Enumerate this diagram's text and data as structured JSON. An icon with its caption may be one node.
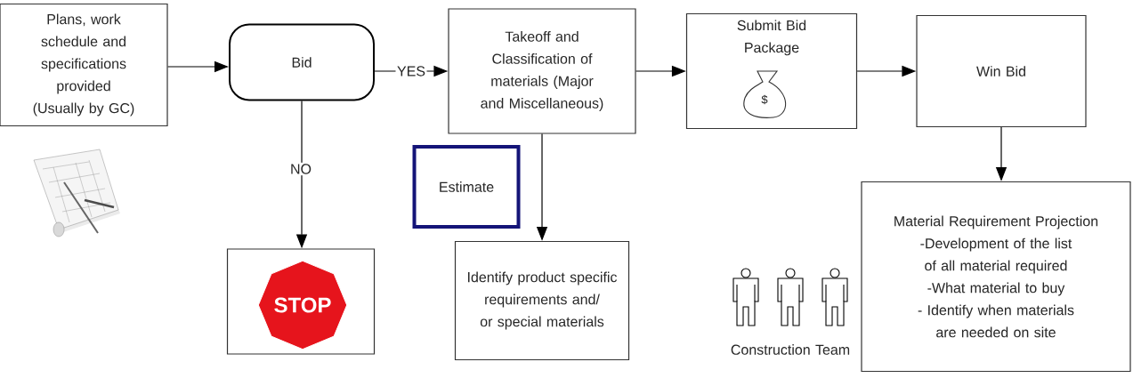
{
  "diagram": {
    "nodes": [
      {
        "text": [
          "Plans, work schedule and specifications provided (Usually by GC)"
        ]
      },
      {
        "text": [
          "Bid"
        ]
      },
      {
        "text": [
          "Takeoff and Classification of materials (Major and Miscellaneous)"
        ]
      },
      {
        "text": [
          "Submit Bid Package",
          "$"
        ]
      },
      {
        "text": [
          "Win Bid"
        ]
      },
      {
        "text": [
          "STOP"
        ]
      },
      {
        "text": [
          "Estimate"
        ]
      },
      {
        "text": [
          "Identify product specific requirements and/ or special materials"
        ]
      },
      {
        "text": [
          "Material Requirement Projection",
          "-Development of the list of all material required",
          "-What material to buy",
          "- Identify when materials are needed on site"
        ]
      }
    ],
    "edges": [
      {
        "from": 0,
        "to": 1,
        "arrow": "to"
      },
      {
        "from": 1,
        "to": 2,
        "arrow": "to",
        "label": "YES"
      },
      {
        "from": 2,
        "to": 3,
        "arrow": "to"
      },
      {
        "from": 3,
        "to": 4,
        "arrow": "to"
      },
      {
        "from": 1,
        "to": 5,
        "arrow": "to",
        "label": "NO"
      },
      {
        "from": 2,
        "to": 7,
        "arrow": "to"
      },
      {
        "from": 4,
        "to": 8,
        "arrow": "to"
      }
    ],
    "labels": [
      "Construction Team"
    ]
  }
}
